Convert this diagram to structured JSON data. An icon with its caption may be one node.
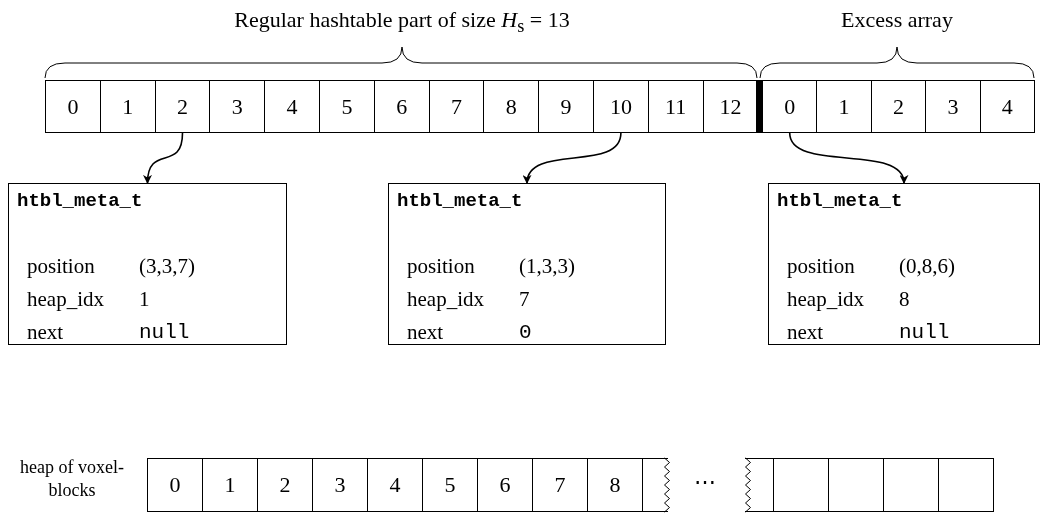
{
  "diagram": {
    "nodes": [
      {
        "text": [
          "0"
        ]
      },
      {
        "text": [
          "1"
        ]
      },
      {
        "text": [
          "2"
        ]
      },
      {
        "text": [
          "3"
        ]
      },
      {
        "text": [
          "4"
        ]
      },
      {
        "text": [
          "5"
        ]
      },
      {
        "text": [
          "6"
        ]
      },
      {
        "text": [
          "7"
        ]
      },
      {
        "text": [
          "8"
        ]
      },
      {
        "text": [
          "9"
        ]
      },
      {
        "text": [
          "10"
        ]
      },
      {
        "text": [
          "11"
        ]
      },
      {
        "text": [
          "12"
        ]
      },
      {
        "text": [
          "0"
        ]
      },
      {
        "text": [
          "1"
        ]
      },
      {
        "text": [
          "2"
        ]
      },
      {
        "text": [
          "3"
        ]
      },
      {
        "text": [
          "4"
        ]
      },
      {
        "text": [
          "htbl_meta_t",
          "position",
          "(3,3,7)",
          "heap_idx",
          "1",
          "next",
          "null"
        ]
      },
      {
        "text": [
          "htbl_meta_t",
          "position",
          "(1,3,3)",
          "heap_idx",
          "7",
          "next",
          "0"
        ]
      },
      {
        "text": [
          "htbl_meta_t",
          "position",
          "(0,8,6)",
          "heap_idx",
          "8",
          "next",
          "null"
        ]
      },
      {
        "text": [
          "0"
        ]
      },
      {
        "text": [
          "1"
        ]
      },
      {
        "text": [
          "2"
        ]
      },
      {
        "text": [
          "3"
        ]
      },
      {
        "text": [
          "4"
        ]
      },
      {
        "text": [
          "5"
        ]
      },
      {
        "text": [
          "6"
        ]
      },
      {
        "text": [
          "7"
        ]
      },
      {
        "text": [
          "8"
        ]
      },
      {
        "text": [],
        "shape": "box"
      },
      {
        "text": [],
        "shape": "box"
      },
      {
        "text": [],
        "shape": "box"
      },
      {
        "text": [],
        "shape": "box"
      },
      {
        "text": [],
        "shape": "box"
      },
      {
        "text": [],
        "shape": "box"
      }
    ],
    "edges": [
      {
        "from": 2,
        "to": 18,
        "arrow": "to"
      },
      {
        "from": 10,
        "to": 19,
        "arrow": "to"
      },
      {
        "from": 13,
        "to": 20,
        "arrow": "to"
      }
    ],
    "labels": [
      "Regular hashtable part of size *H*$_{s}$ = 13",
      "Excess array",
      "⋯",
      "heap of voxel-blocks"
    ]
  }
}
